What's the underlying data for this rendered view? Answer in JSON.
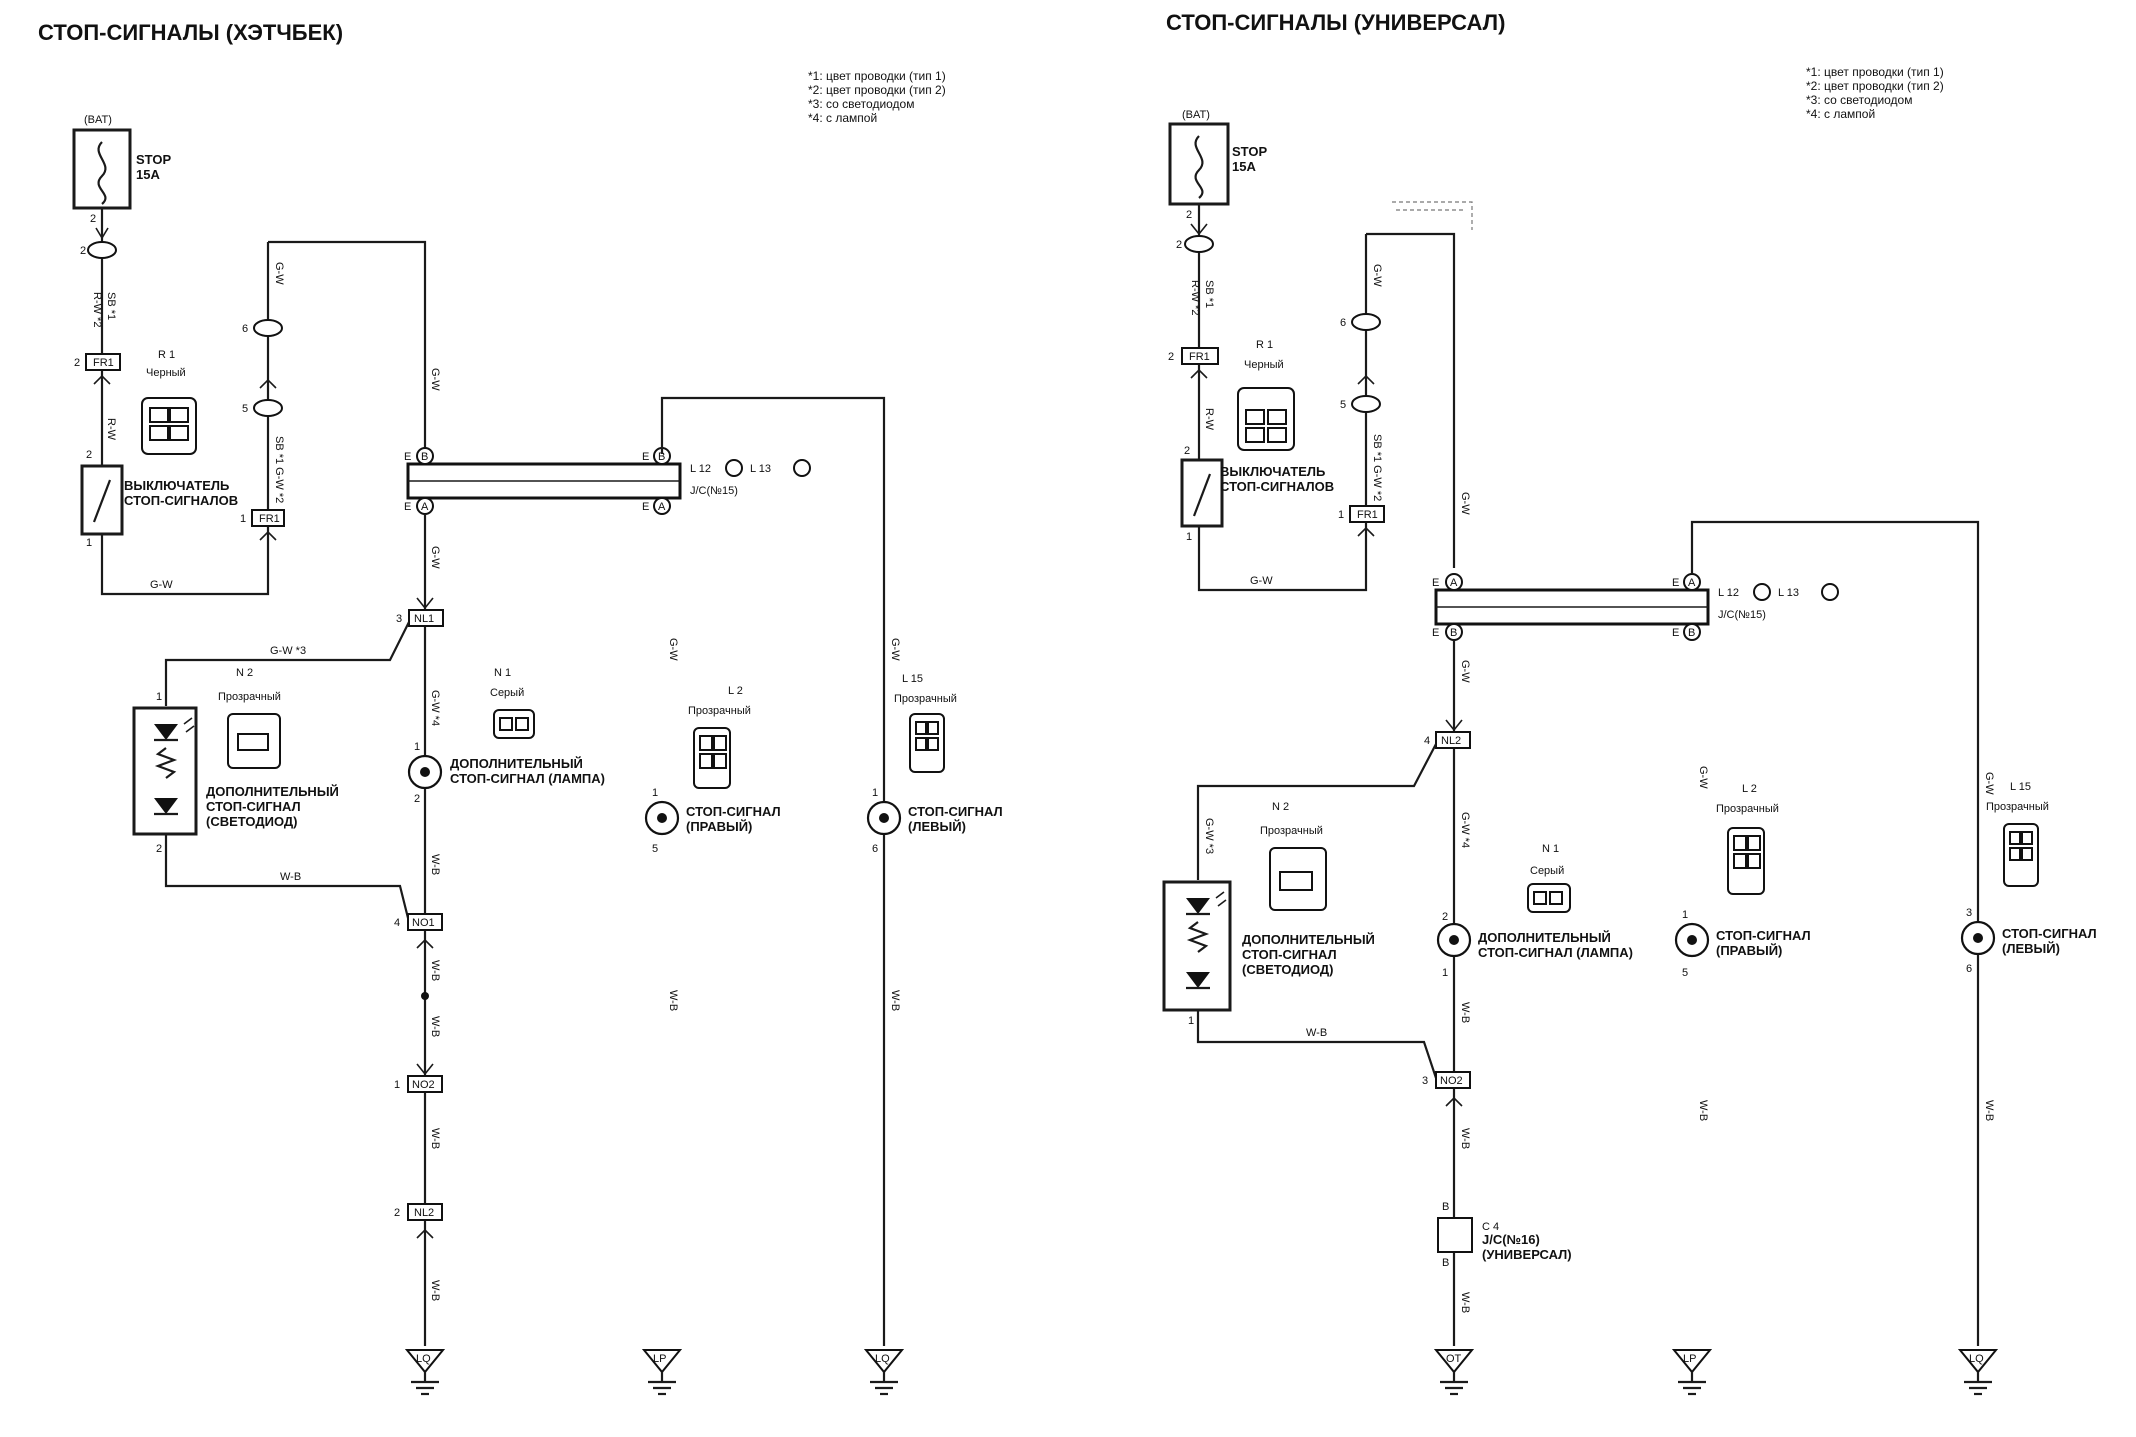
{
  "left": {
    "title": "СТОП-СИГНАЛЫ (ХЭТЧБЕК)",
    "notes": [
      "*1: цвет проводки (тип 1)",
      "*2: цвет проводки (тип 2)",
      "*3: со светодиодом",
      "*4: с лампой"
    ],
    "bat": "(BAT)",
    "fuse_name": "STOP",
    "fuse_rating": "15A",
    "wire_sb": "SB *1",
    "wire_rw": "R-W *2",
    "wire_rw_b": "R-W",
    "wire_gw": "G-W",
    "wire_gw3": "G-W *3",
    "wire_gw4": "G-W *4",
    "wire_wb": "W-B",
    "wire_sb_gw": "SB *1 G-W *2",
    "r1_id": "R  1",
    "r1_color": "Черный",
    "switch_l1": "ВЫКЛЮЧАТЕЛЬ",
    "switch_l2": "СТОП-СИГНАЛОВ",
    "jc_label": "L 12",
    "jc_label2": "L 13",
    "jc_name": "J/C(№15)",
    "n2_id": "N  2",
    "n2_color": "Прозрачный",
    "n1_id": "N  1",
    "n1_color": "Серый",
    "l2_id": "L  2",
    "l2_color": "Прозрачный",
    "l15_id": "L  15",
    "l15_color": "Прозрачный",
    "led_l1": "ДОПОЛНИТЕЛЬНЫЙ",
    "led_l2": "СТОП-СИГНАЛ",
    "led_l3": "(СВЕТОДИОД)",
    "lamp_l1": "ДОПОЛНИТЕЛЬНЫЙ",
    "lamp_l2": "СТОП-СИГНАЛ (ЛАМПА)",
    "right_l1": "СТОП-СИГНАЛ",
    "right_l2": "(ПРАВЫЙ)",
    "leftl_l1": "СТОП-СИГНАЛ",
    "leftl_l2": "(ЛЕВЫЙ)",
    "conn_pin2": "2",
    "conn_fr1": "FR1",
    "conn_nl1": "NL1",
    "conn_no1": "NO1",
    "conn_no2": "NO2",
    "conn_nl2": "NL2",
    "g1": "LQ",
    "g2": "LP",
    "g3": "LQ"
  },
  "right": {
    "title": "СТОП-СИГНАЛЫ (УНИВЕРСАЛ)",
    "notes": [
      "*1: цвет проводки (тип 1)",
      "*2: цвет проводки (тип 2)",
      "*3: со светодиодом",
      "*4: с лампой"
    ],
    "bat": "(BAT)",
    "fuse_name": "STOP",
    "fuse_rating": "15A",
    "wire_sb": "SB *1",
    "wire_rw": "R-W *2",
    "wire_rw_b": "R-W",
    "wire_gw": "G-W",
    "wire_gw3": "G-W *3",
    "wire_gw4": "G-W *4",
    "wire_wb": "W-B",
    "wire_sb_gw": "SB *1 G-W *2",
    "r1_id": "R  1",
    "r1_color": "Черный",
    "switch_l1": "ВЫКЛЮЧАТЕЛЬ",
    "switch_l2": "СТОП-СИГНАЛОВ",
    "jc_label": "L 12",
    "jc_label2": "L 13",
    "jc_name": "J/C(№15)",
    "n2_id": "N  2",
    "n2_color": "Прозрачный",
    "n1_id": "N  1",
    "n1_color": "Серый",
    "l2_id": "L  2",
    "l2_color": "Прозрачный",
    "l15_id": "L  15",
    "l15_color": "Прозрачный",
    "led_l1": "ДОПОЛНИТЕЛЬНЫЙ",
    "led_l2": "СТОП-СИГНАЛ",
    "led_l3": "(СВЕТОДИОД)",
    "lamp_l1": "ДОПОЛНИТЕЛЬНЫЙ",
    "lamp_l2": "СТОП-СИГНАЛ (ЛАМПА)",
    "right_l1": "СТОП-СИГНАЛ",
    "right_l2": "(ПРАВЫЙ)",
    "leftl_l1": "СТОП-СИГНАЛ",
    "leftl_l2": "(ЛЕВЫЙ)",
    "c4_id": "C  4",
    "c4_l1": "J/C(№16)",
    "c4_l2": "(УНИВЕРСАЛ)",
    "conn_fr1": "FR1",
    "conn_nl2": "NL2",
    "conn_no2": "NO2",
    "g1": "OT",
    "g2": "LP",
    "g3": "LQ"
  }
}
